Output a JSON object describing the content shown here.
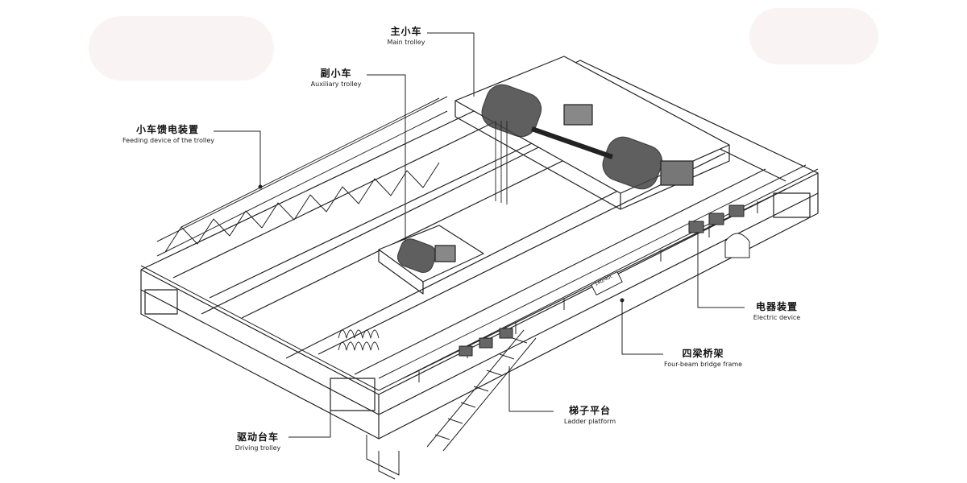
{
  "labels": {
    "main_trolley": {
      "zh": "主小车",
      "en": "Main trolley"
    },
    "auxiliary_trolley": {
      "zh": "副小车",
      "en": "Auxiliary trolley"
    },
    "feeding_device": {
      "zh": "小车馈电装置",
      "en": "Feeding device of the trolley"
    },
    "electric_device": {
      "zh": "电器装置",
      "en": "Electric device"
    },
    "bridge_frame": {
      "zh": "四梁桥架",
      "en": "Four-beam bridge frame"
    },
    "ladder_platform": {
      "zh": "梯子平台",
      "en": "Ladder platform"
    },
    "driving_trolley": {
      "zh": "驱动台车",
      "en": "Driving trolley"
    }
  },
  "nameplate": "140/40t",
  "colors": {
    "line": "#222222",
    "background": "#ffffff"
  }
}
